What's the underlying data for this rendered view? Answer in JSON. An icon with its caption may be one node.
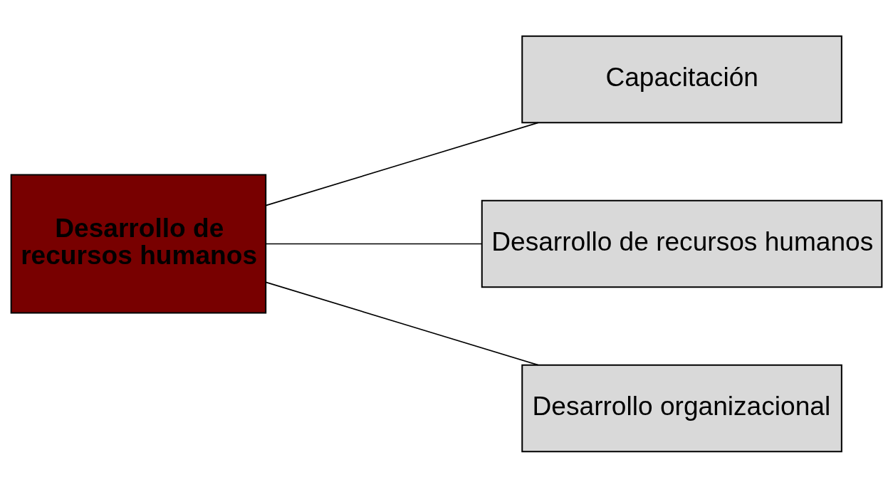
{
  "diagram": {
    "nodes": [
      {
        "text": [
          "Desarrollo de recursos humanos"
        ]
      },
      {
        "text": [
          "Capacitación"
        ]
      },
      {
        "text": [
          "Desarrollo de recursos humanos"
        ]
      },
      {
        "text": [
          "Desarrollo organizacional"
        ]
      }
    ],
    "edges": [
      {
        "from": 0,
        "to": 1,
        "arrow": "none"
      },
      {
        "from": 0,
        "to": 2,
        "arrow": "none"
      },
      {
        "from": 0,
        "to": 3,
        "arrow": "none"
      }
    ]
  }
}
